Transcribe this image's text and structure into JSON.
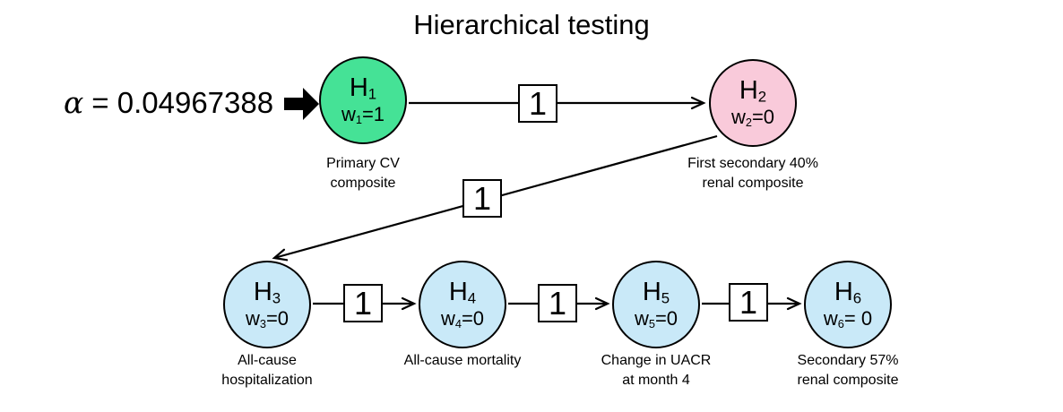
{
  "title": "Hierarchical testing",
  "alpha": {
    "symbol": "α",
    "equation": "= 0.04967388"
  },
  "colors": {
    "node_green": "#45E296",
    "node_pink": "#F9CADA",
    "node_blue": "#C9E9F8",
    "outline": "#000000"
  },
  "nodes": [
    {
      "letter": "H",
      "subscript": "1",
      "weight_letter": "w",
      "weight_subscript": "1",
      "weight_value": "=1",
      "caption": "Primary CV\ncomposite"
    },
    {
      "letter": "H",
      "subscript": "2",
      "weight_letter": "w",
      "weight_subscript": "2",
      "weight_value": "=0",
      "caption": "First secondary 40%\nrenal composite"
    },
    {
      "letter": "H",
      "subscript": "3",
      "weight_letter": "w",
      "weight_subscript": "3",
      "weight_value": "=0",
      "caption": "All-cause\nhospitalization"
    },
    {
      "letter": "H",
      "subscript": "4",
      "weight_letter": "w",
      "weight_subscript": "4",
      "weight_value": "=0",
      "caption": "All-cause mortality"
    },
    {
      "letter": "H",
      "subscript": "5",
      "weight_letter": "w",
      "weight_subscript": "5",
      "weight_value": "=0",
      "caption": "Change in UACR\nat month 4"
    },
    {
      "letter": "H",
      "subscript": "6",
      "weight_letter": "w",
      "weight_subscript": "6",
      "weight_value": "= 0",
      "caption": "Secondary 57%\nrenal composite"
    }
  ],
  "edge_labels": [
    "1",
    "1",
    "1",
    "1",
    "1"
  ]
}
